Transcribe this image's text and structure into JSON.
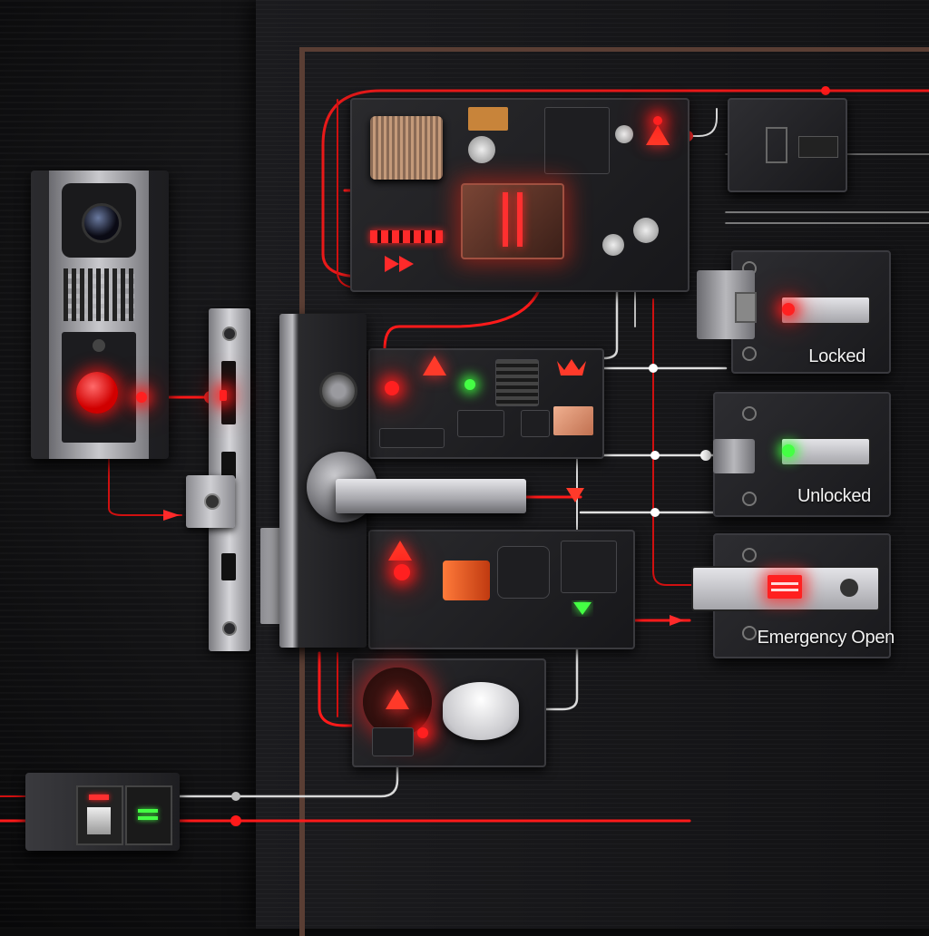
{
  "states": {
    "locked": {
      "label": "Locked",
      "led_color": "#ff2020"
    },
    "unlocked": {
      "label": "Unlocked",
      "led_color": "#44ff44"
    },
    "emergency": {
      "label": "Emergency Open",
      "led_color": "#ff2020"
    }
  },
  "colors": {
    "wire_red": "#ff1a1a",
    "wire_white": "#d9d9d9",
    "door_trim": "#5a3e34"
  },
  "icons": {
    "intercom_camera": "camera-icon",
    "call_button": "call-button-icon",
    "alarm": "warning-triangle-icon",
    "smoke_detector": "smoke-detector-icon"
  }
}
